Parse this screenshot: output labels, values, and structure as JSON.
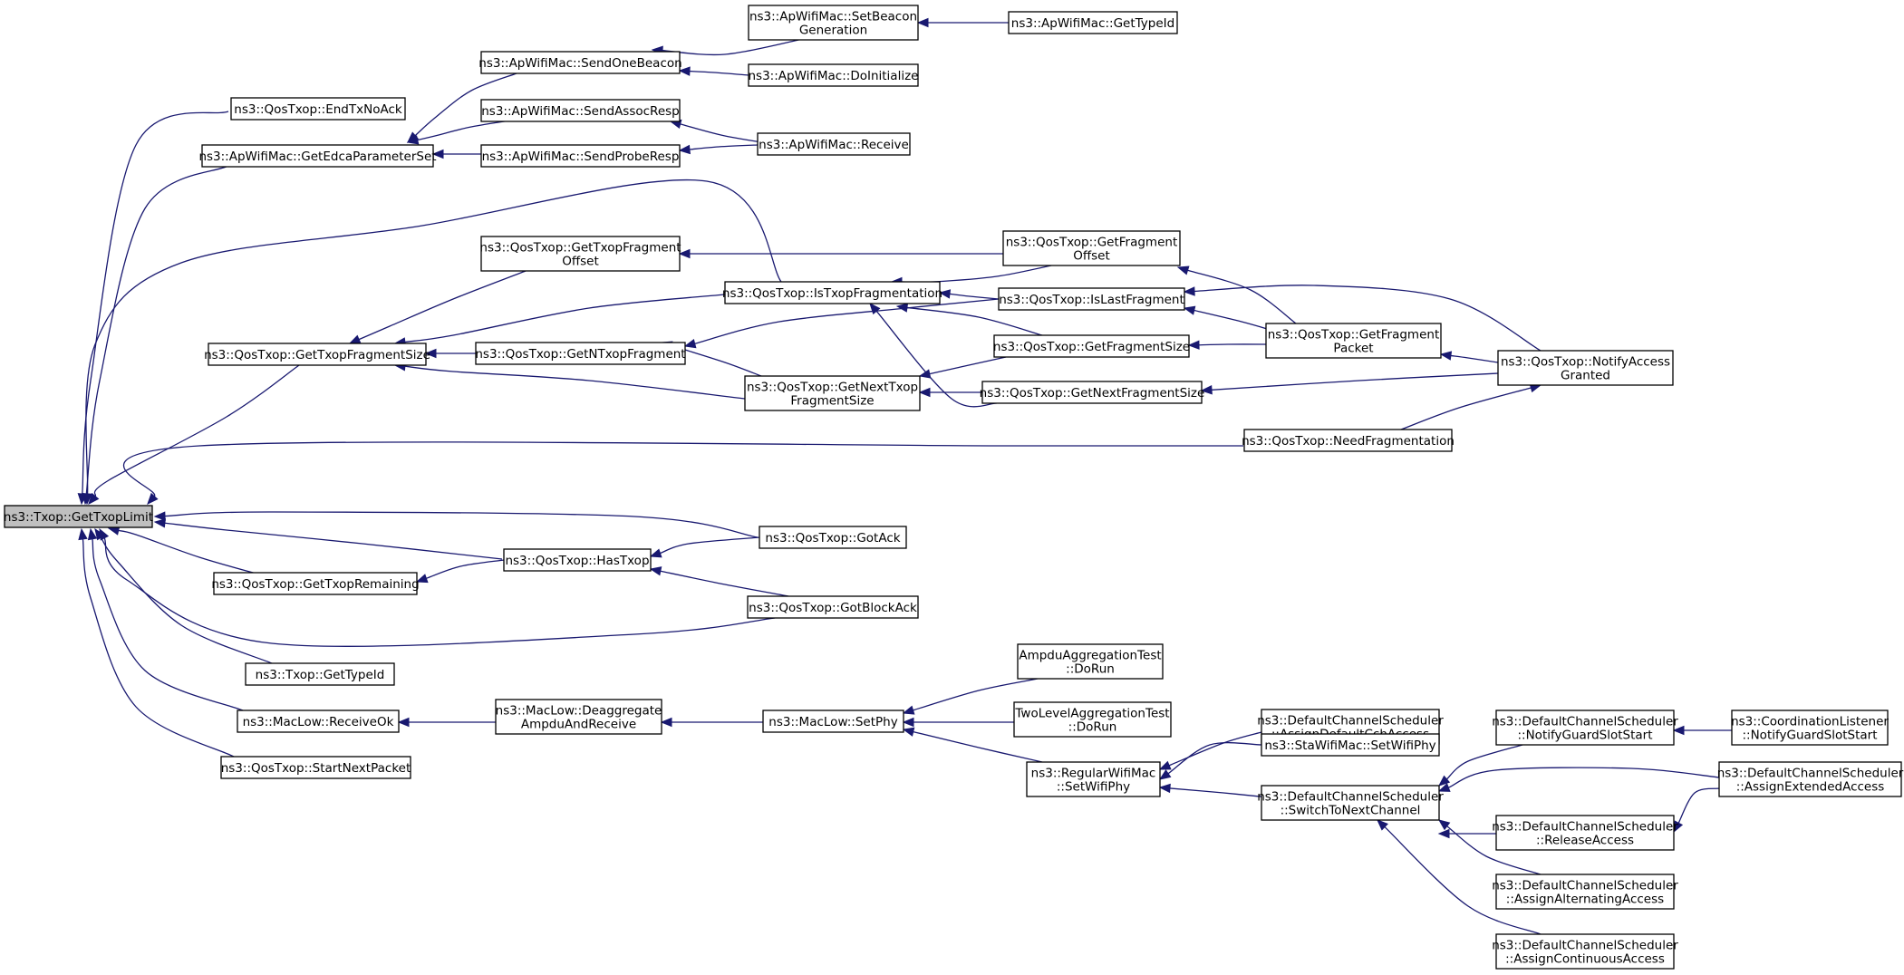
{
  "colors": {
    "edge": "#191970",
    "node_fill": "#ffffff",
    "focus_fill": "#bfbfbf",
    "node_border": "#000000"
  },
  "nodes": [
    {
      "id": "gettxoplimit",
      "lines": [
        "ns3::Txop::GetTxopLimit"
      ],
      "focus": true
    },
    {
      "id": "endtxnoack",
      "lines": [
        "ns3::QosTxop::EndTxNoAck"
      ]
    },
    {
      "id": "getedca",
      "lines": [
        "ns3::ApWifiMac::GetEdcaParameterSet"
      ]
    },
    {
      "id": "sendonebeacon",
      "lines": [
        "ns3::ApWifiMac::SendOneBeacon"
      ]
    },
    {
      "id": "setbeacongen",
      "lines": [
        "ns3::ApWifiMac::SetBeacon",
        "Generation"
      ]
    },
    {
      "id": "ap_gettypeid",
      "lines": [
        "ns3::ApWifiMac::GetTypeId"
      ]
    },
    {
      "id": "doinitialize",
      "lines": [
        "ns3::ApWifiMac::DoInitialize"
      ]
    },
    {
      "id": "sendassocresp",
      "lines": [
        "ns3::ApWifiMac::SendAssocResp"
      ]
    },
    {
      "id": "sendproberesp",
      "lines": [
        "ns3::ApWifiMac::SendProbeResp"
      ]
    },
    {
      "id": "ap_receive",
      "lines": [
        "ns3::ApWifiMac::Receive"
      ]
    },
    {
      "id": "gettxopfragoffset",
      "lines": [
        "ns3::QosTxop::GetTxopFragment",
        "Offset"
      ]
    },
    {
      "id": "getfragoffset",
      "lines": [
        "ns3::QosTxop::GetFragment",
        "Offset"
      ]
    },
    {
      "id": "istxopfrag",
      "lines": [
        "ns3::QosTxop::IsTxopFragmentation"
      ]
    },
    {
      "id": "islastfrag",
      "lines": [
        "ns3::QosTxop::IsLastFragment"
      ]
    },
    {
      "id": "gettxopfragsize",
      "lines": [
        "ns3::QosTxop::GetTxopFragmentSize"
      ]
    },
    {
      "id": "getntxopfrag",
      "lines": [
        "ns3::QosTxop::GetNTxopFragment"
      ]
    },
    {
      "id": "getfragsize",
      "lines": [
        "ns3::QosTxop::GetFragmentSize"
      ]
    },
    {
      "id": "getfragpacket",
      "lines": [
        "ns3::QosTxop::GetFragment",
        "Packet"
      ]
    },
    {
      "id": "notifyaccess",
      "lines": [
        "ns3::QosTxop::NotifyAccess",
        "Granted"
      ]
    },
    {
      "id": "getnexttxopfragsize",
      "lines": [
        "ns3::QosTxop::GetNextTxop",
        "FragmentSize"
      ]
    },
    {
      "id": "getnextfragsize",
      "lines": [
        "ns3::QosTxop::GetNextFragmentSize"
      ]
    },
    {
      "id": "needfrag",
      "lines": [
        "ns3::QosTxop::NeedFragmentation"
      ]
    },
    {
      "id": "gotack",
      "lines": [
        "ns3::QosTxop::GotAck"
      ]
    },
    {
      "id": "hastxop",
      "lines": [
        "ns3::QosTxop::HasTxop"
      ]
    },
    {
      "id": "gettxopremaining",
      "lines": [
        "ns3::QosTxop::GetTxopRemaining"
      ]
    },
    {
      "id": "gotblockack",
      "lines": [
        "ns3::QosTxop::GotBlockAck"
      ]
    },
    {
      "id": "txop_gettypeid",
      "lines": [
        "ns3::Txop::GetTypeId"
      ]
    },
    {
      "id": "ampdutest",
      "lines": [
        "AmpduAggregationTest",
        "::DoRun"
      ]
    },
    {
      "id": "receiveok",
      "lines": [
        "ns3::MacLow::ReceiveOk"
      ]
    },
    {
      "id": "deaggregate",
      "lines": [
        "ns3::MacLow::Deaggregate",
        "AmpduAndReceive"
      ]
    },
    {
      "id": "setphy",
      "lines": [
        "ns3::MacLow::SetPhy"
      ]
    },
    {
      "id": "twoleveltest",
      "lines": [
        "TwoLevelAggregationTest",
        "::DoRun"
      ]
    },
    {
      "id": "startnextpacket",
      "lines": [
        "ns3::QosTxop::StartNextPacket"
      ]
    },
    {
      "id": "assigndefaultcch",
      "lines": [
        "ns3::DefaultChannelScheduler",
        "::AssignDefaultCchAccess"
      ]
    },
    {
      "id": "notifyguardslot",
      "lines": [
        "ns3::DefaultChannelScheduler",
        "::NotifyGuardSlotStart"
      ]
    },
    {
      "id": "coordnotifyguard",
      "lines": [
        "ns3::CoordinationListener",
        "::NotifyGuardSlotStart"
      ]
    },
    {
      "id": "regularsetwifiphy",
      "lines": [
        "ns3::RegularWifiMac",
        "::SetWifiPhy"
      ]
    },
    {
      "id": "stasetwifiphy",
      "lines": [
        "ns3::StaWifiMac::SetWifiPhy"
      ]
    },
    {
      "id": "assignextended",
      "lines": [
        "ns3::DefaultChannelScheduler",
        "::AssignExtendedAccess"
      ]
    },
    {
      "id": "switchtonext",
      "lines": [
        "ns3::DefaultChannelScheduler",
        "::SwitchToNextChannel"
      ]
    },
    {
      "id": "releaseaccess",
      "lines": [
        "ns3::DefaultChannelScheduler",
        "::ReleaseAccess"
      ]
    },
    {
      "id": "assignalternating",
      "lines": [
        "ns3::DefaultChannelScheduler",
        "::AssignAlternatingAccess"
      ]
    },
    {
      "id": "assigncontinuous",
      "lines": [
        "ns3::DefaultChannelScheduler",
        "::AssignContinuousAccess"
      ]
    }
  ],
  "edges": [
    {
      "from": "endtxnoack",
      "to": "gettxoplimit"
    },
    {
      "from": "getedca",
      "to": "gettxoplimit"
    },
    {
      "from": "istxopfrag",
      "to": "gettxoplimit"
    },
    {
      "from": "gettxopfragsize",
      "to": "gettxoplimit"
    },
    {
      "from": "needfrag",
      "to": "gettxoplimit"
    },
    {
      "from": "gotack",
      "to": "gettxoplimit"
    },
    {
      "from": "hastxop",
      "to": "gettxoplimit"
    },
    {
      "from": "gettxopremaining",
      "to": "gettxoplimit"
    },
    {
      "from": "gotblockack",
      "to": "gettxoplimit"
    },
    {
      "from": "txop_gettypeid",
      "to": "gettxoplimit"
    },
    {
      "from": "receiveok",
      "to": "gettxoplimit"
    },
    {
      "from": "startnextpacket",
      "to": "gettxoplimit"
    },
    {
      "from": "sendonebeacon",
      "to": "getedca"
    },
    {
      "from": "sendassocresp",
      "to": "getedca"
    },
    {
      "from": "sendproberesp",
      "to": "getedca"
    },
    {
      "from": "setbeacongen",
      "to": "sendonebeacon"
    },
    {
      "from": "doinitialize",
      "to": "sendonebeacon"
    },
    {
      "from": "ap_gettypeid",
      "to": "setbeacongen"
    },
    {
      "from": "ap_receive",
      "to": "sendassocresp"
    },
    {
      "from": "ap_receive",
      "to": "sendproberesp"
    },
    {
      "from": "gettxopfragoffset",
      "to": "gettxopfragsize"
    },
    {
      "from": "istxopfrag",
      "to": "gettxopfragsize"
    },
    {
      "from": "getntxopfrag",
      "to": "gettxopfragsize"
    },
    {
      "from": "getnexttxopfragsize",
      "to": "gettxopfragsize"
    },
    {
      "from": "getfragoffset",
      "to": "gettxopfragoffset"
    },
    {
      "from": "getfragoffset",
      "to": "istxopfrag"
    },
    {
      "from": "islastfrag",
      "to": "istxopfrag"
    },
    {
      "from": "getfragsize",
      "to": "istxopfrag"
    },
    {
      "from": "getnextfragsize",
      "to": "istxopfrag"
    },
    {
      "from": "islastfrag",
      "to": "getntxopfrag"
    },
    {
      "from": "getnexttxopfragsize",
      "to": "getntxopfrag"
    },
    {
      "from": "getfragsize",
      "to": "getnexttxopfragsize"
    },
    {
      "from": "getnextfragsize",
      "to": "getnexttxopfragsize"
    },
    {
      "from": "getfragpacket",
      "to": "getfragoffset"
    },
    {
      "from": "getfragpacket",
      "to": "islastfrag"
    },
    {
      "from": "notifyaccess",
      "to": "islastfrag"
    },
    {
      "from": "getfragpacket",
      "to": "getfragsize"
    },
    {
      "from": "notifyaccess",
      "to": "getnextfragsize"
    },
    {
      "from": "notifyaccess",
      "to": "getfragpacket"
    },
    {
      "from": "notifyaccess",
      "to": "needfrag"
    },
    {
      "from": "gotack",
      "to": "hastxop"
    },
    {
      "from": "gotblockack",
      "to": "hastxop"
    },
    {
      "from": "hastxop",
      "to": "gettxopremaining"
    },
    {
      "from": "deaggregate",
      "to": "receiveok"
    },
    {
      "from": "setphy",
      "to": "deaggregate"
    },
    {
      "from": "ampdutest",
      "to": "setphy"
    },
    {
      "from": "twoleveltest",
      "to": "setphy"
    },
    {
      "from": "regularsetwifiphy",
      "to": "setphy"
    },
    {
      "from": "assigndefaultcch",
      "to": "regularsetwifiphy"
    },
    {
      "from": "stasetwifiphy",
      "to": "regularsetwifiphy"
    },
    {
      "from": "switchtonext",
      "to": "regularsetwifiphy"
    },
    {
      "from": "notifyguardslot",
      "to": "switchtonext"
    },
    {
      "from": "assignextended",
      "to": "switchtonext"
    },
    {
      "from": "releaseaccess",
      "to": "switchtonext"
    },
    {
      "from": "assignalternating",
      "to": "switchtonext"
    },
    {
      "from": "assigncontinuous",
      "to": "switchtonext"
    },
    {
      "from": "coordnotifyguard",
      "to": "notifyguardslot"
    },
    {
      "from": "assignextended",
      "to": "releaseaccess"
    }
  ]
}
